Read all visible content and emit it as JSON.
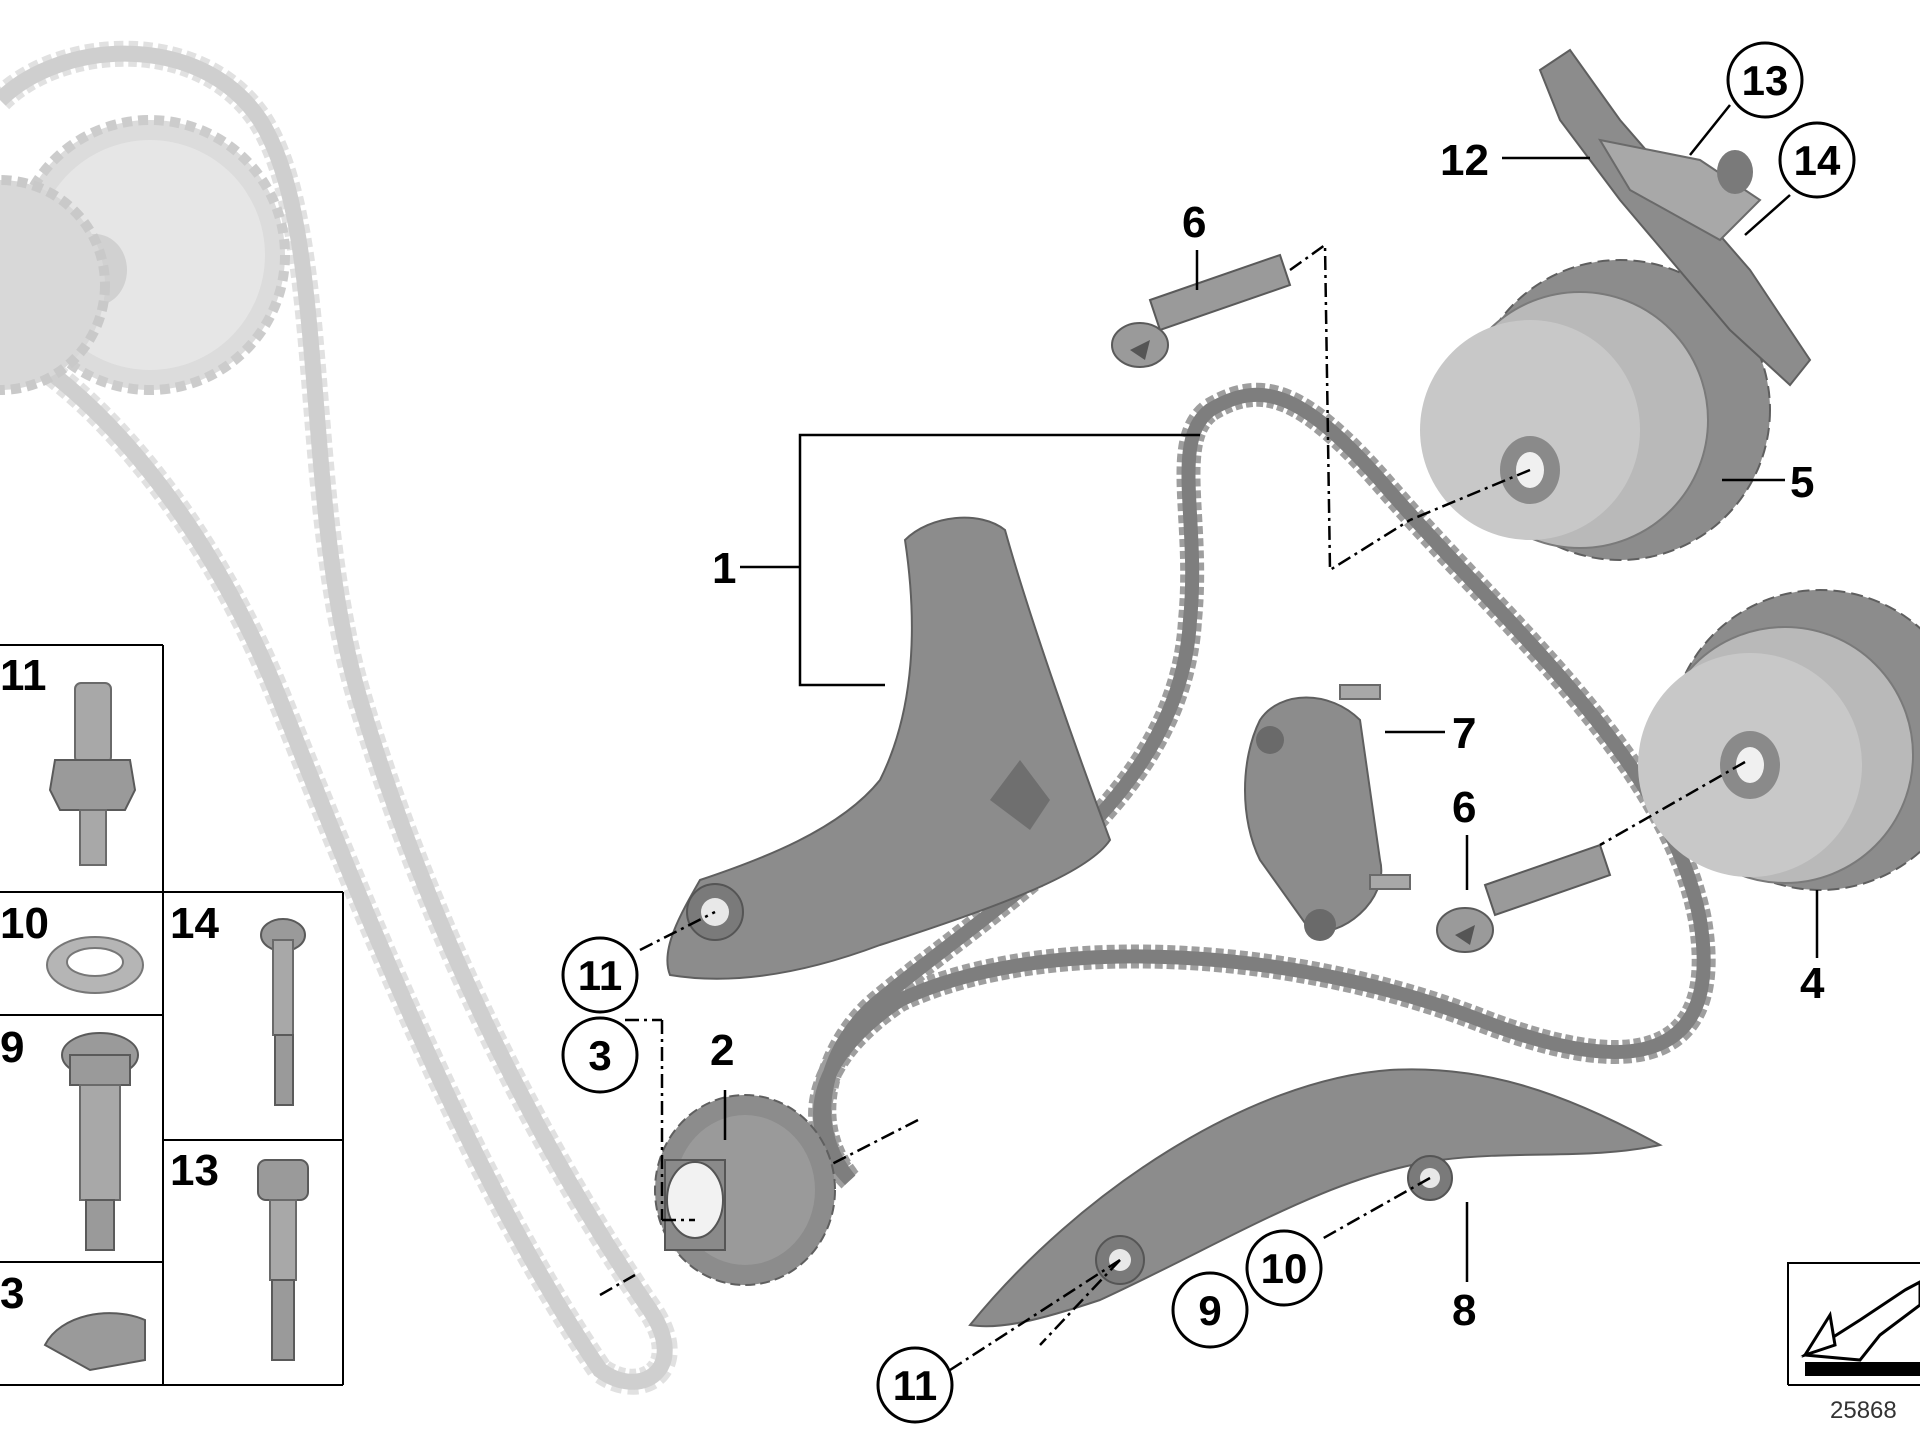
{
  "labels": {
    "p1": "1",
    "p2": "2",
    "p3": "3",
    "p4": "4",
    "p5": "5",
    "p6a": "6",
    "p6b": "6",
    "p7": "7",
    "p8": "8",
    "p9": "9",
    "p10": "10",
    "p11a": "11",
    "p11b": "11",
    "p12": "12",
    "p13": "13",
    "p14": "14"
  },
  "inset_labels": {
    "i11": "11",
    "i10": "10",
    "i9": "9",
    "i3": "3",
    "i14": "14",
    "i13": "13"
  },
  "reference_number": "25868",
  "colors": {
    "part_dark": "#8c8c8c",
    "part_light": "#d9d9d9",
    "chain": "#9e9e9e",
    "line": "#000000"
  }
}
